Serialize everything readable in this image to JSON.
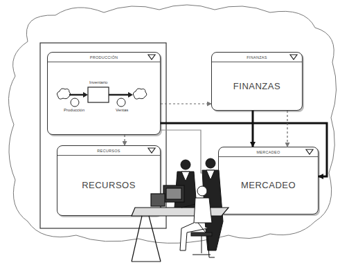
{
  "diagram": {
    "nodes": [
      {
        "text": [
          "PRODUCCIÓN"
        ]
      },
      {
        "text": [
          "FINANZAS",
          "FINANZAS"
        ]
      },
      {
        "text": [
          "RECURSOS",
          "RECURSOS"
        ]
      },
      {
        "text": [
          "MERCADEO",
          "MERCADEO"
        ]
      }
    ],
    "edges": [
      {
        "from": 0,
        "to": 1,
        "arrow": "to"
      },
      {
        "from": 0,
        "to": 3,
        "arrow": "to"
      },
      {
        "from": 1,
        "to": 3,
        "arrow": "to"
      },
      {
        "from": 1,
        "to": 3,
        "arrow": "to"
      },
      {
        "from": 0,
        "to": 2,
        "arrow": "to"
      },
      {
        "from": 0,
        "to": 3,
        "arrow": "to"
      }
    ],
    "labels": [
      "Inventario",
      "Producción",
      "Ventas"
    ]
  }
}
